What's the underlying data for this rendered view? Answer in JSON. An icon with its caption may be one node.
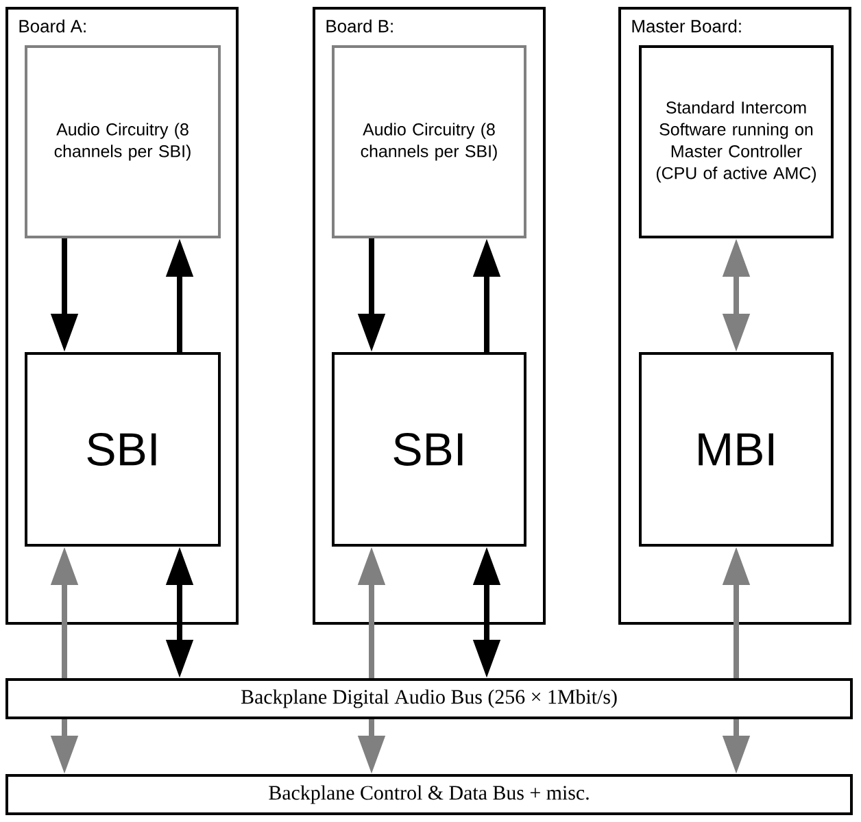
{
  "diagram": {
    "nodes": [
      {
        "text": [
          "Board A:"
        ]
      },
      {
        "text": [
          "Audio Circuitry (8 channels per SBI)"
        ],
        "in": 0
      },
      {
        "text": [
          "SBI"
        ],
        "in": 0
      },
      {
        "text": [
          "Board B:"
        ]
      },
      {
        "text": [
          "Audio Circuitry (8 channels per SBI)"
        ],
        "in": 3
      },
      {
        "text": [
          "SBI"
        ],
        "in": 3
      },
      {
        "text": [
          "Master Board:"
        ]
      },
      {
        "text": [
          "Standard Intercom Software running on Master Controller (CPU of active AMC)"
        ],
        "in": 6
      },
      {
        "text": [
          "MBI"
        ],
        "in": 6
      },
      {
        "text": [
          "Backplane Digital Audio Bus (256 × 1Mbit/s)"
        ]
      },
      {
        "text": [
          "Backplane Control & Data Bus + misc."
        ]
      }
    ],
    "edges": [
      {
        "from": 1,
        "to": 2,
        "arrow": "to",
        "color": "#000000"
      },
      {
        "from": 2,
        "to": 1,
        "arrow": "to",
        "color": "#000000"
      },
      {
        "from": 9,
        "to": 2,
        "arrow": "to"
      },
      {
        "from": 2,
        "to": 9,
        "arrow": "both",
        "color": "#000000"
      },
      {
        "from": 9,
        "to": 10,
        "arrow": "to"
      },
      {
        "from": 4,
        "to": 5,
        "arrow": "to",
        "color": "#000000"
      },
      {
        "from": 5,
        "to": 4,
        "arrow": "to",
        "color": "#000000"
      },
      {
        "from": 9,
        "to": 5,
        "arrow": "to"
      },
      {
        "from": 5,
        "to": 9,
        "arrow": "both",
        "color": "#000000"
      },
      {
        "from": 9,
        "to": 10,
        "arrow": "to"
      },
      {
        "from": 7,
        "to": 8,
        "arrow": "both"
      },
      {
        "from": 9,
        "to": 8,
        "arrow": "to"
      },
      {
        "from": 9,
        "to": 10,
        "arrow": "to"
      }
    ]
  }
}
